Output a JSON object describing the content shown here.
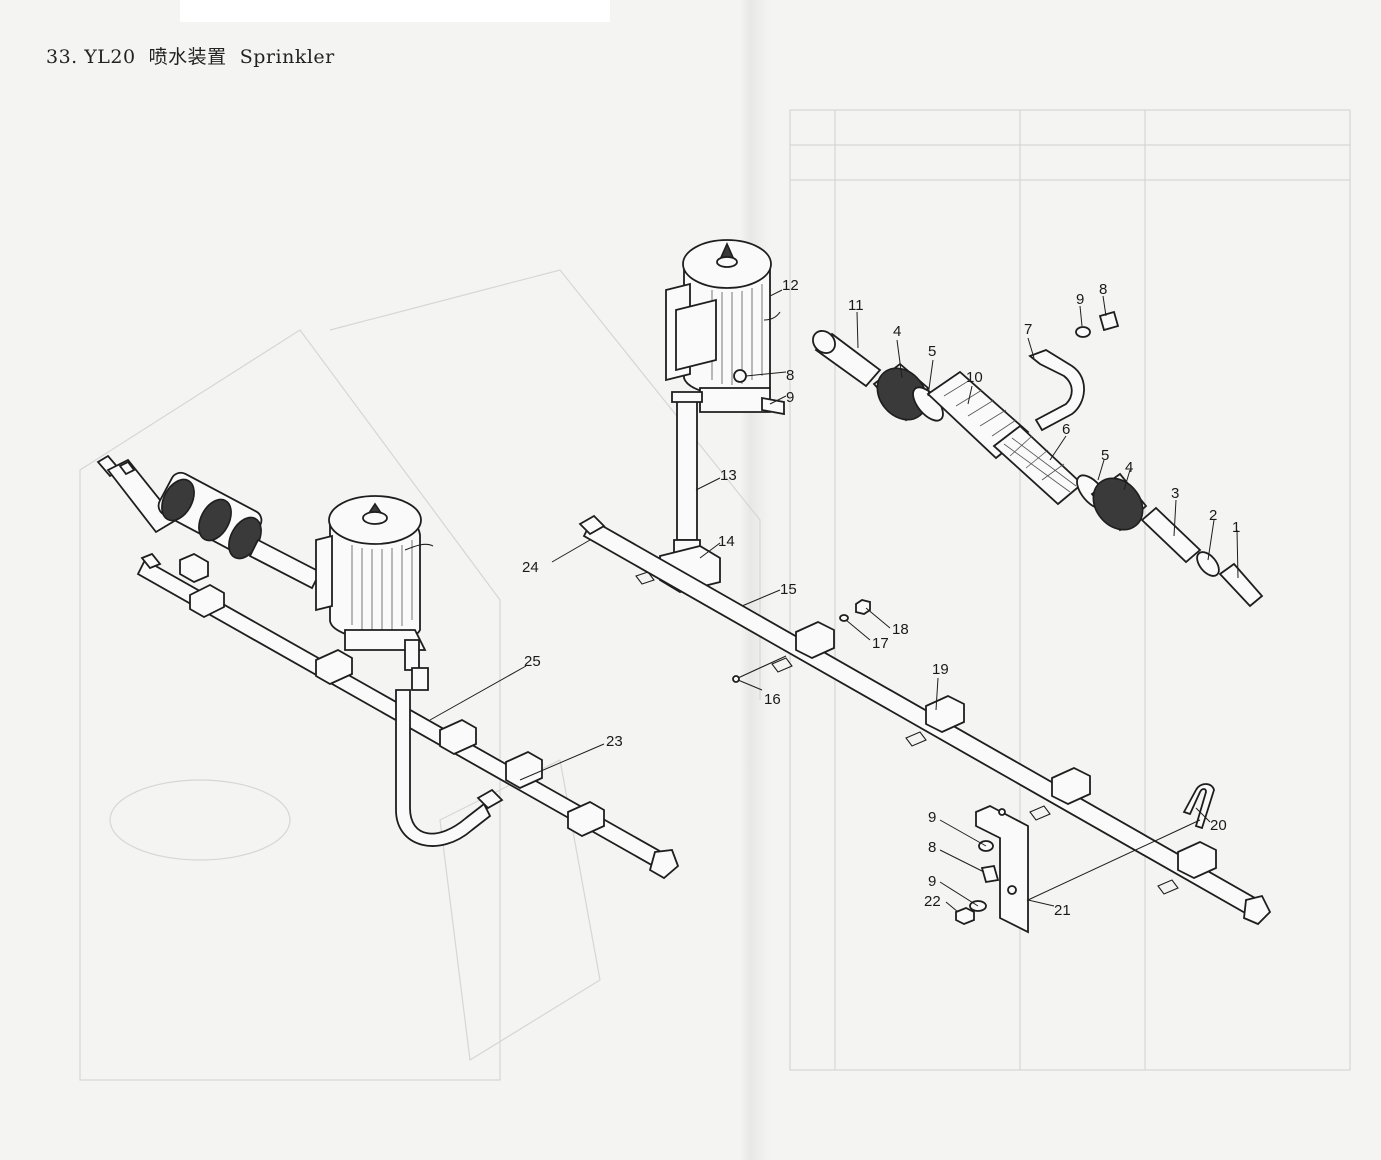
{
  "figure": {
    "title": "33. YL20  喷水装置  Sprinkler"
  },
  "callouts": [
    {
      "id": "c1",
      "text": "1"
    },
    {
      "id": "c2",
      "text": "2"
    },
    {
      "id": "c3",
      "text": "3"
    },
    {
      "id": "c4a",
      "text": "4"
    },
    {
      "id": "c4b",
      "text": "4"
    },
    {
      "id": "c5a",
      "text": "5"
    },
    {
      "id": "c5b",
      "text": "5"
    },
    {
      "id": "c6",
      "text": "6"
    },
    {
      "id": "c7",
      "text": "7"
    },
    {
      "id": "c8a",
      "text": "8"
    },
    {
      "id": "c8b",
      "text": "8"
    },
    {
      "id": "c8c",
      "text": "8"
    },
    {
      "id": "c9a",
      "text": "9"
    },
    {
      "id": "c9b",
      "text": "9"
    },
    {
      "id": "c9c",
      "text": "9"
    },
    {
      "id": "c9d",
      "text": "9"
    },
    {
      "id": "c10",
      "text": "10"
    },
    {
      "id": "c11",
      "text": "11"
    },
    {
      "id": "c12",
      "text": "12"
    },
    {
      "id": "c13",
      "text": "13"
    },
    {
      "id": "c14",
      "text": "14"
    },
    {
      "id": "c15",
      "text": "15"
    },
    {
      "id": "c16",
      "text": "16"
    },
    {
      "id": "c17",
      "text": "17"
    },
    {
      "id": "c18",
      "text": "18"
    },
    {
      "id": "c19",
      "text": "19"
    },
    {
      "id": "c20",
      "text": "20"
    },
    {
      "id": "c21",
      "text": "21"
    },
    {
      "id": "c22",
      "text": "22"
    },
    {
      "id": "c23",
      "text": "23"
    },
    {
      "id": "c24",
      "text": "24"
    },
    {
      "id": "c25",
      "text": "25"
    }
  ]
}
